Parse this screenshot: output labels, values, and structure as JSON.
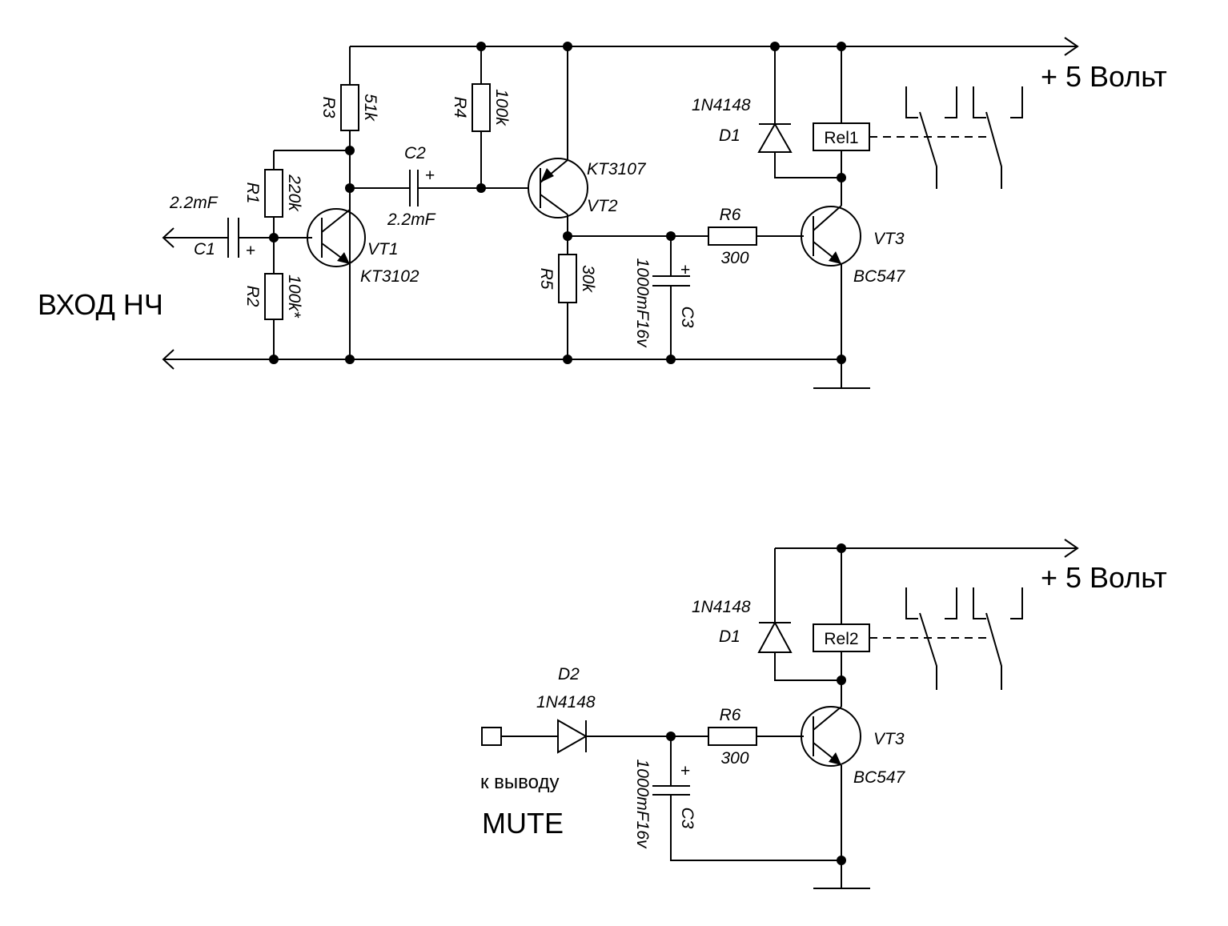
{
  "circuit1": {
    "supply": "+ 5 Вольт",
    "input_label": "ВХОД НЧ",
    "C1": {
      "ref": "C1",
      "value": "2.2mF",
      "plus": "+"
    },
    "C2": {
      "ref": "C2",
      "value": "2.2mF",
      "plus": "+"
    },
    "C3": {
      "ref": "C3",
      "value": "1000mF16v",
      "plus": "+"
    },
    "R1": {
      "ref": "R1",
      "value": "220k"
    },
    "R2": {
      "ref": "R2",
      "value": "100k*"
    },
    "R3": {
      "ref": "R3",
      "value": "51k"
    },
    "R4": {
      "ref": "R4",
      "value": "100k"
    },
    "R5": {
      "ref": "R5",
      "value": "30k"
    },
    "R6": {
      "ref": "R6",
      "value": "300"
    },
    "VT1": {
      "ref": "VT1",
      "part": "KT3102"
    },
    "VT2": {
      "ref": "VT2",
      "part": "KT3107"
    },
    "VT3": {
      "ref": "VT3",
      "part": "BC547"
    },
    "D1": {
      "ref": "D1",
      "part": "1N4148"
    },
    "relay": "Rel1"
  },
  "circuit2": {
    "supply": "+ 5 Вольт",
    "mute_line1": "к выводу",
    "mute_line2": "MUTE",
    "D1": {
      "ref": "D1",
      "part": "1N4148"
    },
    "D2": {
      "ref": "D2",
      "part": "1N4148"
    },
    "R6": {
      "ref": "R6",
      "value": "300"
    },
    "C3": {
      "ref": "C3",
      "value": "1000mF16v",
      "plus": "+"
    },
    "VT3": {
      "ref": "VT3",
      "part": "BC547"
    },
    "relay": "Rel2"
  }
}
